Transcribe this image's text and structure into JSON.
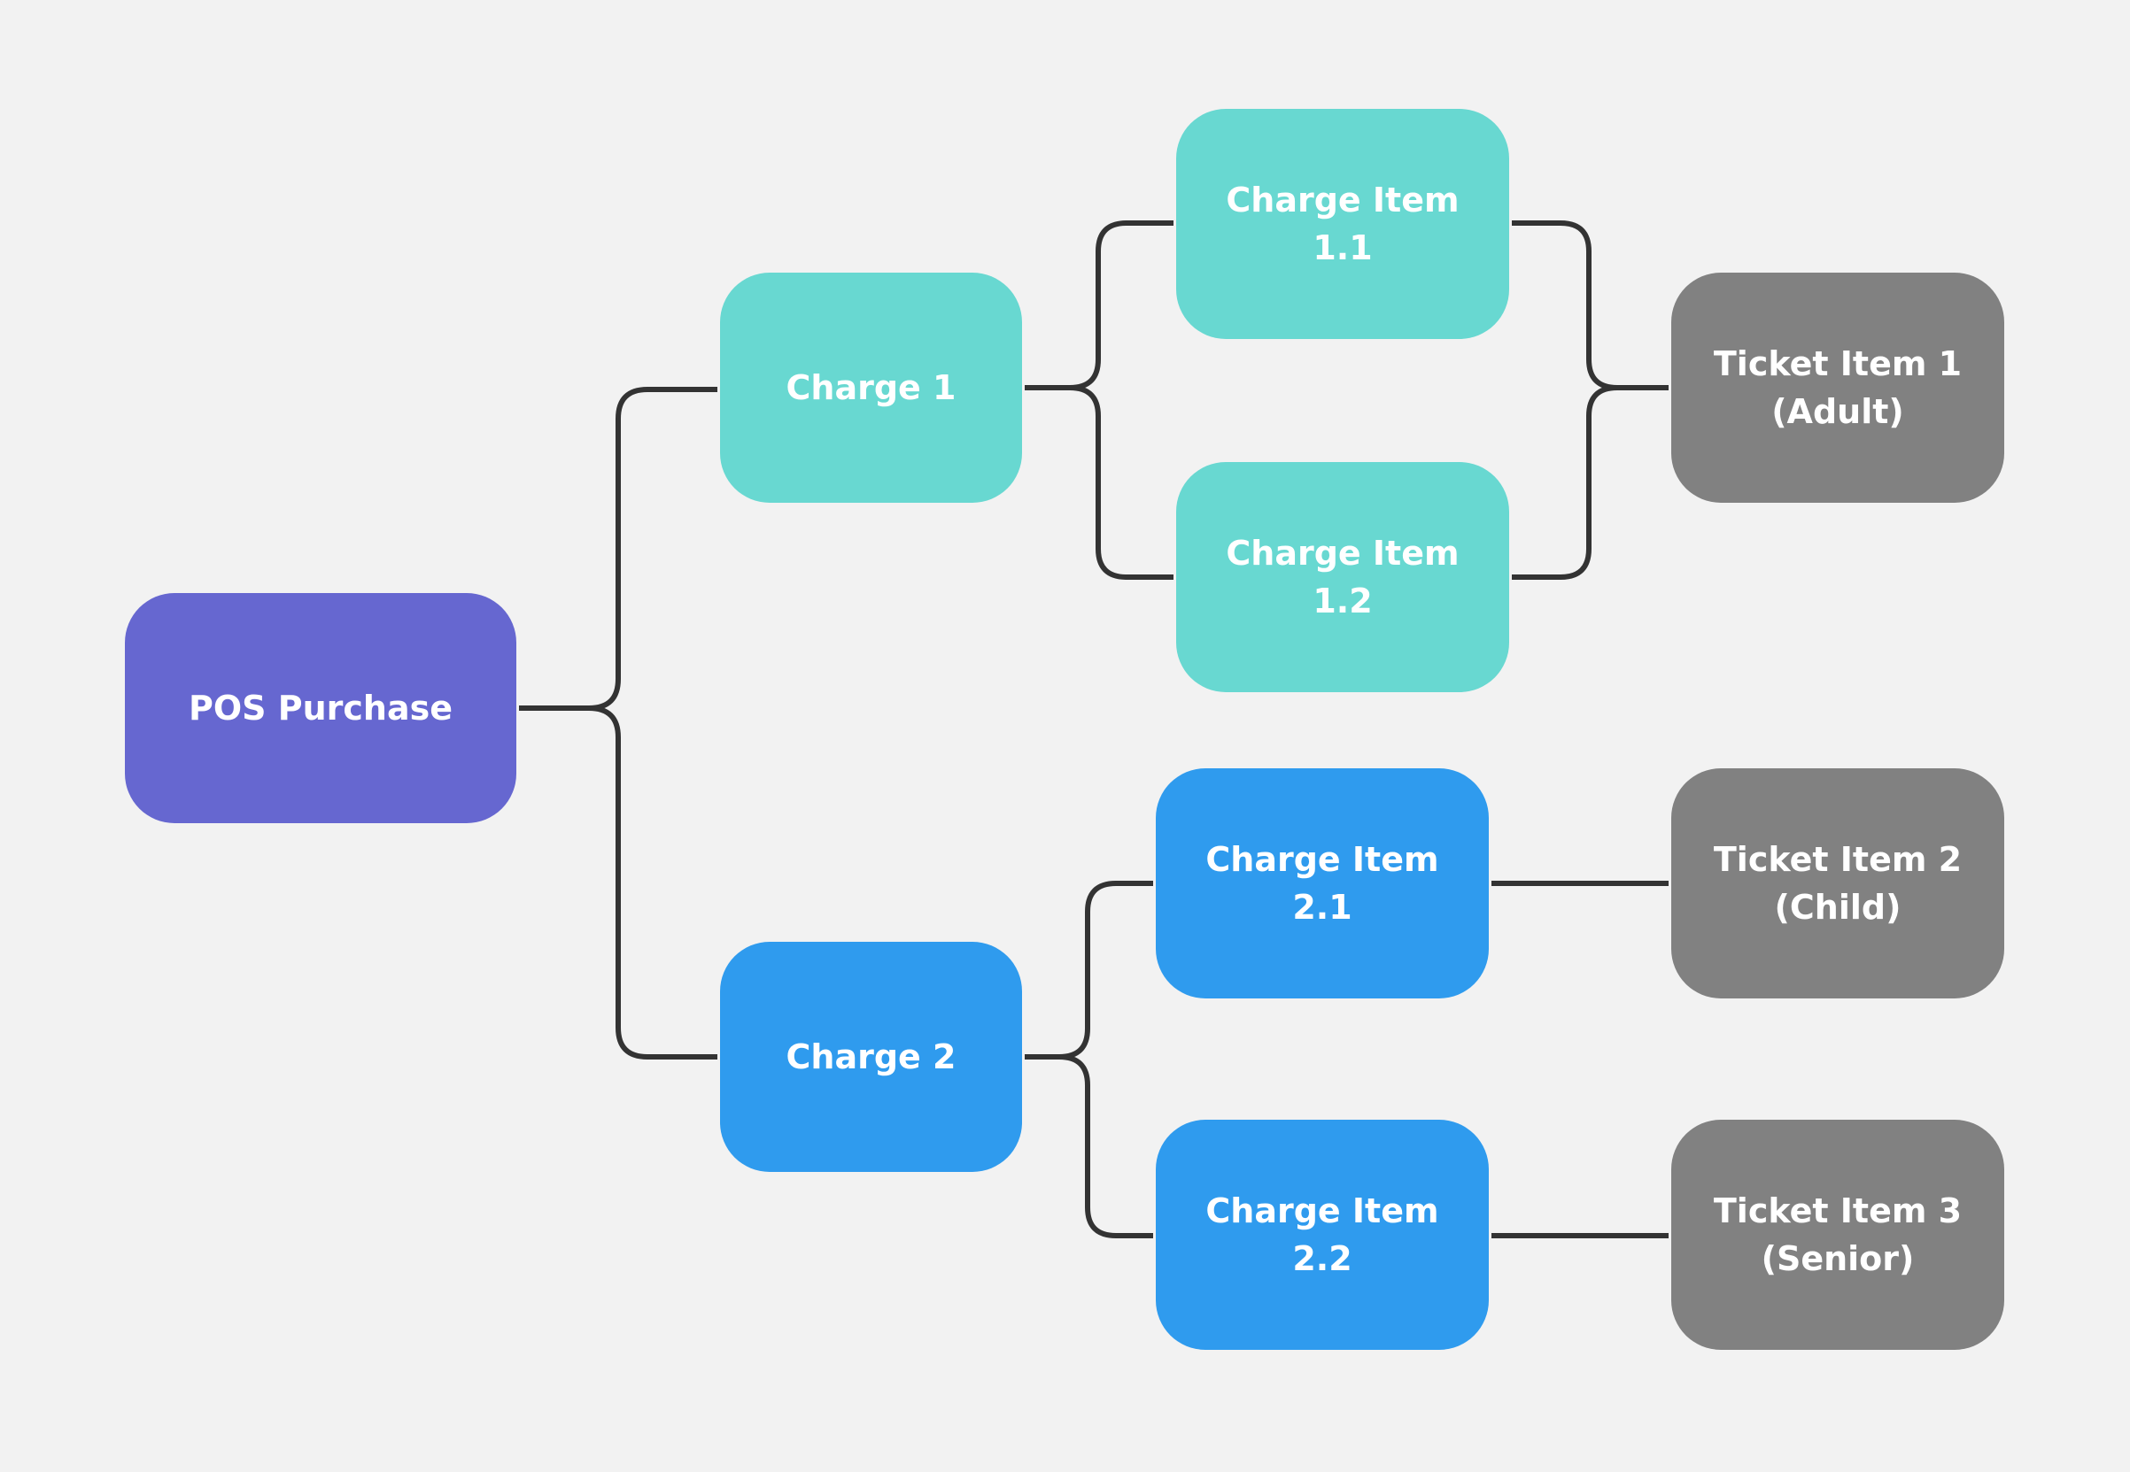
{
  "colors": {
    "background": "#f2f2f2",
    "root": "#6667d0",
    "charge_1_branch": "#68d8d1",
    "charge_2_branch": "#2f9bee",
    "ticket": "#818181",
    "connector": "#333333"
  },
  "nodes": {
    "pos_purchase": "POS Purchase",
    "charge_1": "Charge 1",
    "charge_2": "Charge 2",
    "charge_item_1_1": "Charge Item 1.1",
    "charge_item_1_2": "Charge Item 1.2",
    "charge_item_2_1": "Charge Item 2.1",
    "charge_item_2_2": "Charge Item 2.2",
    "ticket_item_1": "Ticket Item 1\n(Adult)",
    "ticket_item_2": "Ticket Item 2\n(Child)",
    "ticket_item_3": "Ticket Item 3\n(Senior)"
  },
  "edges": [
    {
      "from": "pos_purchase",
      "to": "charge_1"
    },
    {
      "from": "pos_purchase",
      "to": "charge_2"
    },
    {
      "from": "charge_1",
      "to": "charge_item_1_1"
    },
    {
      "from": "charge_1",
      "to": "charge_item_1_2"
    },
    {
      "from": "charge_2",
      "to": "charge_item_2_1"
    },
    {
      "from": "charge_2",
      "to": "charge_item_2_2"
    },
    {
      "from": "charge_item_1_1",
      "to": "ticket_item_1"
    },
    {
      "from": "charge_item_1_2",
      "to": "ticket_item_1"
    },
    {
      "from": "charge_item_2_1",
      "to": "ticket_item_2"
    },
    {
      "from": "charge_item_2_2",
      "to": "ticket_item_3"
    }
  ]
}
